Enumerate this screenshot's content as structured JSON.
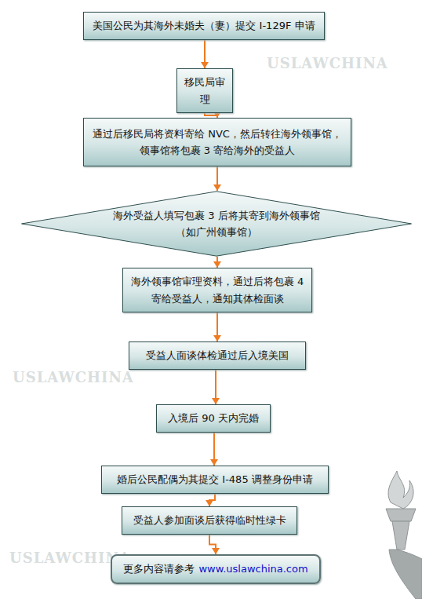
{
  "diagram": {
    "nodes": [
      {
        "text": [
          "美国公民为其海外未婚夫（妻）提交 I-129F 申请"
        ]
      },
      {
        "text": [
          "移民局审理"
        ]
      },
      {
        "text": [
          "通过后移民局将资料寄给 NVC，然后转往海外领事馆，领事馆将包裹 3 寄给海外的受益人"
        ]
      },
      {
        "text": [
          "海外受益人填写包裹 3 后将其寄到海外领事馆（如广州领事馆）"
        ]
      },
      {
        "text": [
          "海外领事馆审理资料，通过后将包裹 4 寄给受益人，通知其体检面谈"
        ]
      },
      {
        "text": [
          "受益人面谈体检通过后入境美国"
        ]
      },
      {
        "text": [
          "入境后 90 天内完婚"
        ]
      },
      {
        "text": [
          "婚后公民配偶为其提交 I-485 调整身份申请"
        ]
      },
      {
        "text": [
          "受益人参加面谈后获得临时性绿卡"
        ]
      },
      {
        "text": [
          "更多内容请参考",
          "www.uslawchina.com"
        ]
      }
    ],
    "edges": [
      {
        "from": 0,
        "to": 1,
        "arrow": "to"
      },
      {
        "from": 1,
        "to": 2,
        "arrow": "to"
      },
      {
        "from": 2,
        "to": 3,
        "arrow": "to"
      },
      {
        "from": 3,
        "to": 4,
        "arrow": "to"
      },
      {
        "from": 4,
        "to": 5,
        "arrow": "to"
      },
      {
        "from": 5,
        "to": 6,
        "arrow": "to"
      },
      {
        "from": 6,
        "to": 7,
        "arrow": "to"
      },
      {
        "from": 7,
        "to": 8,
        "arrow": "to"
      },
      {
        "from": 8,
        "to": 9,
        "arrow": "to"
      }
    ],
    "labels": [
      "USLAWCHINA",
      "USLAWCHINA",
      "USLAWCHINA"
    ]
  }
}
